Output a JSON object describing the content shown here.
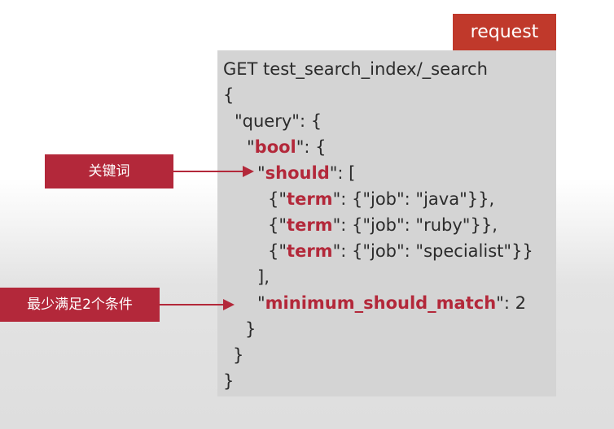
{
  "request_label": "request",
  "code": {
    "method_line": "GET test_search_index/_search",
    "open_brace": "{",
    "query_key": "\"query\": {",
    "bool_key": "bool",
    "should_key": "should",
    "term_key": "term",
    "terms": [
      {
        "field": "job",
        "value": "java",
        "suffix": "}},"
      },
      {
        "field": "job",
        "value": "ruby",
        "suffix": "}},"
      },
      {
        "field": "job",
        "value": "specialist",
        "suffix": "}}"
      }
    ],
    "close_array": "],",
    "msm_key": "minimum_should_match",
    "msm_value": ": 2",
    "close_bool": "}",
    "close_query": "}",
    "close_root": "}"
  },
  "annotations": {
    "keyword_label": "关键词",
    "min_match_label": "最少满足2个条件"
  },
  "colors": {
    "accent": "#b3283a",
    "tab": "#c0392b",
    "panel": "#d4d4d4"
  }
}
